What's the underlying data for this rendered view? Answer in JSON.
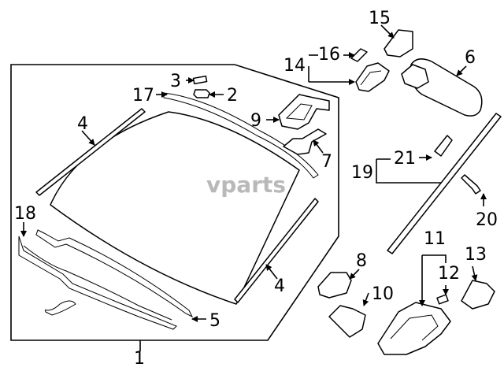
{
  "watermark": "vparts",
  "callouts": {
    "c1": "1",
    "c2": "2",
    "c3": "3",
    "c4a": "4",
    "c4b": "4",
    "c5": "5",
    "c6": "6",
    "c7": "7",
    "c8": "8",
    "c9": "9",
    "c10": "10",
    "c11": "11",
    "c12": "12",
    "c13": "13",
    "c14": "14",
    "c15": "15",
    "c16": "16",
    "c17": "17",
    "c18": "18",
    "c19": "19",
    "c20": "20",
    "c21": "21"
  },
  "icons": [
    "windshield-glass",
    "rear-view-mirror",
    "molding",
    "bracket",
    "clip",
    "cover",
    "sensor"
  ]
}
